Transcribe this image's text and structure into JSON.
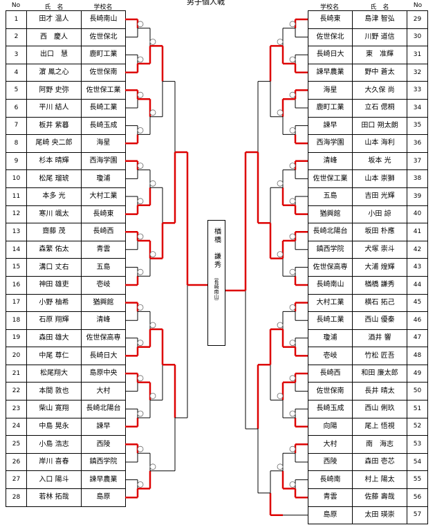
{
  "title": "男子個人戦",
  "headers": {
    "no": "No",
    "name": "氏　名",
    "school": "学校名"
  },
  "left": [
    {
      "no": "1",
      "name": "田才 温人",
      "school": "長崎南山"
    },
    {
      "no": "2",
      "name": "西　慶人",
      "school": "佐世保北"
    },
    {
      "no": "3",
      "name": "出口　慧",
      "school": "鹿町工業"
    },
    {
      "no": "4",
      "name": "濵 鳳之心",
      "school": "佐世保南"
    },
    {
      "no": "5",
      "name": "阿野 史弥",
      "school": "佐世保工業"
    },
    {
      "no": "6",
      "name": "平川 結人",
      "school": "長崎工業"
    },
    {
      "no": "7",
      "name": "板井 紫暮",
      "school": "長崎玉成"
    },
    {
      "no": "8",
      "name": "尾崎 央二郎",
      "school": "海星"
    },
    {
      "no": "9",
      "name": "杉本 晴輝",
      "school": "西海学園"
    },
    {
      "no": "10",
      "name": "松尾 瑠琥",
      "school": "瓊浦"
    },
    {
      "no": "11",
      "name": "本多 光",
      "school": "大村工業"
    },
    {
      "no": "12",
      "name": "寒川 颯太",
      "school": "長崎東"
    },
    {
      "no": "13",
      "name": "齋藤 茂",
      "school": "長崎西"
    },
    {
      "no": "14",
      "name": "森繁 佑太",
      "school": "青雲"
    },
    {
      "no": "15",
      "name": "溝口 丈右",
      "school": "五島"
    },
    {
      "no": "16",
      "name": "神田 雄吏",
      "school": "壱岐"
    },
    {
      "no": "17",
      "name": "小野 柚希",
      "school": "猶興館"
    },
    {
      "no": "18",
      "name": "石原 翔輝",
      "school": "清峰"
    },
    {
      "no": "19",
      "name": "森田 雄大",
      "school": "佐世保高専"
    },
    {
      "no": "20",
      "name": "中尾 尊仁",
      "school": "長崎日大"
    },
    {
      "no": "21",
      "name": "松尾翔大",
      "school": "島原中央"
    },
    {
      "no": "22",
      "name": "本間 敦也",
      "school": "大村"
    },
    {
      "no": "23",
      "name": "柴山 寛翔",
      "school": "長崎北陽台"
    },
    {
      "no": "24",
      "name": "中島 晃永",
      "school": "諫早"
    },
    {
      "no": "25",
      "name": "小島 浩志",
      "school": "西陵"
    },
    {
      "no": "26",
      "name": "岸川 喜春",
      "school": "鎮西学院"
    },
    {
      "no": "27",
      "name": "入口 陽斗",
      "school": "諫早農業"
    },
    {
      "no": "28",
      "name": "若林 拓哉",
      "school": "島原"
    }
  ],
  "right": [
    {
      "no": "29",
      "name": "島津 智弘",
      "school": "長崎東"
    },
    {
      "no": "30",
      "name": "川野 道信",
      "school": "佐世保北"
    },
    {
      "no": "31",
      "name": "東　准輝",
      "school": "長崎日大"
    },
    {
      "no": "32",
      "name": "野中 蒼太",
      "school": "諫早農業"
    },
    {
      "no": "33",
      "name": "大久保 尚",
      "school": "海星"
    },
    {
      "no": "34",
      "name": "立石 偲桐",
      "school": "鹿町工業"
    },
    {
      "no": "35",
      "name": "田口 朔太朗",
      "school": "諫早"
    },
    {
      "no": "36",
      "name": "山本 海利",
      "school": "西海学園"
    },
    {
      "no": "37",
      "name": "坂本 光",
      "school": "清峰"
    },
    {
      "no": "38",
      "name": "山本 崇獅",
      "school": "佐世保工業"
    },
    {
      "no": "39",
      "name": "吉田 光輝",
      "school": "五島"
    },
    {
      "no": "40",
      "name": "小田 諒",
      "school": "猶興館"
    },
    {
      "no": "41",
      "name": "坂田 朴應",
      "school": "長崎北陽台"
    },
    {
      "no": "42",
      "name": "犬塚 崇斗",
      "school": "鎮西学院"
    },
    {
      "no": "43",
      "name": "大浦 煌輝",
      "school": "佐世保高専"
    },
    {
      "no": "44",
      "name": "楢橋 謙秀",
      "school": "長崎南山"
    },
    {
      "no": "45",
      "name": "横石 拓己",
      "school": "大村工業"
    },
    {
      "no": "46",
      "name": "西山 優秦",
      "school": "長崎工業"
    },
    {
      "no": "47",
      "name": "酒井 響",
      "school": "瓊浦"
    },
    {
      "no": "48",
      "name": "竹松 匠吾",
      "school": "壱岐"
    },
    {
      "no": "49",
      "name": "和田 廉太郎",
      "school": "長崎西"
    },
    {
      "no": "50",
      "name": "長井 晴太",
      "school": "佐世保南"
    },
    {
      "no": "51",
      "name": "西山 俐玖",
      "school": "長崎玉成"
    },
    {
      "no": "52",
      "name": "尾上 悟視",
      "school": "向陽"
    },
    {
      "no": "53",
      "name": "南　海志",
      "school": "大村"
    },
    {
      "no": "54",
      "name": "森田 壱芯",
      "school": "西陵"
    },
    {
      "no": "55",
      "name": "村上 陽太",
      "school": "長崎南"
    },
    {
      "no": "56",
      "name": "佐藤 壽哉",
      "school": "青雲"
    },
    {
      "no": "57",
      "name": "太田 瑛崇",
      "school": "島原"
    }
  ],
  "champion": {
    "name": "楢橋　謙秀",
    "school": "（長崎南山）"
  },
  "colors": {
    "win": "#dd0000",
    "line": "#000000"
  }
}
